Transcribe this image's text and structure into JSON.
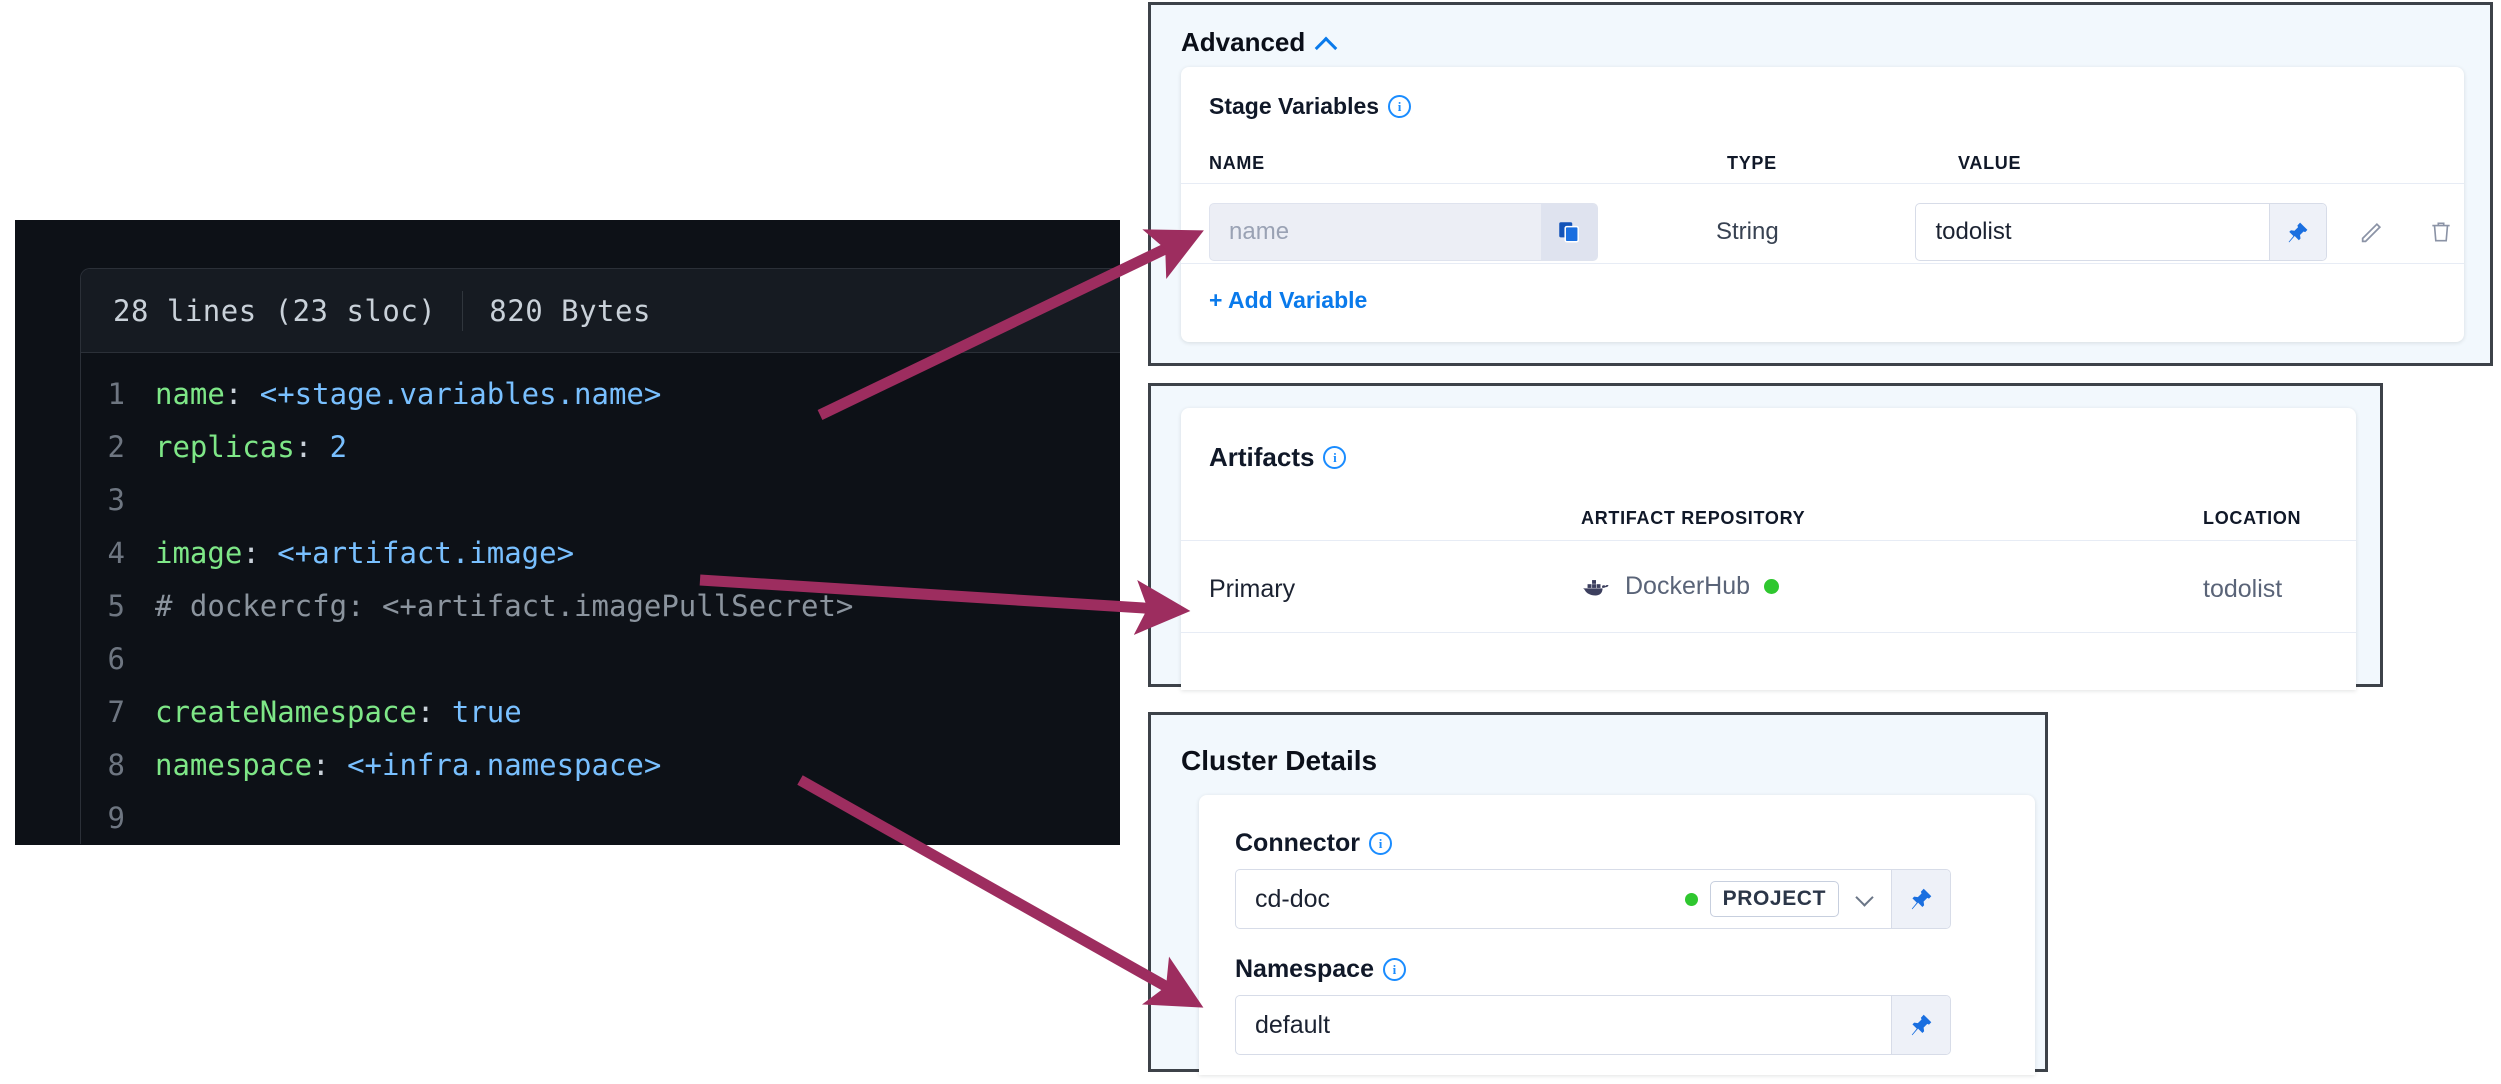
{
  "code_viewer": {
    "meta_lines": "28 lines (23 sloc)",
    "meta_size": "820 Bytes",
    "lines": [
      {
        "num": "1",
        "segments": [
          {
            "t": "name",
            "c": "k"
          },
          {
            "t": ": ",
            "c": "p"
          },
          {
            "t": "<+stage.variables.name>",
            "c": "v"
          }
        ]
      },
      {
        "num": "2",
        "segments": [
          {
            "t": "replicas",
            "c": "k"
          },
          {
            "t": ": ",
            "c": "p"
          },
          {
            "t": "2",
            "c": "n"
          }
        ]
      },
      {
        "num": "3",
        "segments": []
      },
      {
        "num": "4",
        "segments": [
          {
            "t": "image",
            "c": "k"
          },
          {
            "t": ": ",
            "c": "p"
          },
          {
            "t": "<+artifact.image>",
            "c": "v"
          }
        ]
      },
      {
        "num": "5",
        "segments": [
          {
            "t": "# dockercfg: <+artifact.imagePullSecret>",
            "c": "c"
          }
        ]
      },
      {
        "num": "6",
        "segments": []
      },
      {
        "num": "7",
        "segments": [
          {
            "t": "createNamespace",
            "c": "k"
          },
          {
            "t": ": ",
            "c": "p"
          },
          {
            "t": "true",
            "c": "v"
          }
        ]
      },
      {
        "num": "8",
        "segments": [
          {
            "t": "namespace",
            "c": "k"
          },
          {
            "t": ": ",
            "c": "p"
          },
          {
            "t": "<+infra.namespace>",
            "c": "v"
          }
        ]
      },
      {
        "num": "9",
        "segments": []
      }
    ]
  },
  "advanced_panel": {
    "title": "Advanced",
    "stage_variables": {
      "label": "Stage Variables",
      "columns": [
        "NAME",
        "TYPE",
        "VALUE"
      ],
      "rows": [
        {
          "name_value": "",
          "name_placeholder": "name",
          "type": "String",
          "value": "todolist"
        }
      ],
      "add_variable_label": "+ Add Variable"
    }
  },
  "artifacts_panel": {
    "label": "Artifacts",
    "columns": [
      "",
      "ARTIFACT REPOSITORY",
      "LOCATION"
    ],
    "rows": [
      {
        "kind": "Primary",
        "repository": "DockerHub",
        "repository_status": "connected",
        "location": "todolist"
      }
    ]
  },
  "cluster_panel": {
    "title": "Cluster Details",
    "connector": {
      "label": "Connector",
      "value": "cd-doc",
      "scope_badge": "PROJECT",
      "status": "connected"
    },
    "namespace": {
      "label": "Namespace",
      "value": "default"
    }
  },
  "colors": {
    "arrow": "#9d2d5f",
    "accent_blue": "#0a7aeb",
    "status_green": "#2fc72f",
    "code_bg": "#0d1117",
    "panel_bg": "#f2f8fd",
    "panel_border": "#3d4249"
  },
  "icons": {
    "copy": "copy-icon",
    "pin": "pin-icon",
    "edit": "pencil-icon",
    "delete": "trash-icon",
    "info": "info-icon",
    "docker": "docker-whale-icon",
    "chevron_up": "chevron-up-icon",
    "chevron_down": "chevron-down-icon"
  }
}
